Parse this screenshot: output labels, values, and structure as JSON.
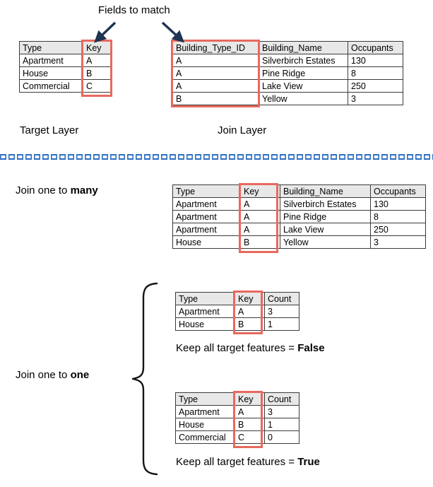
{
  "figure": {
    "title_note": "Fields to match",
    "target_layer_label": "Target Layer",
    "join_layer_label": "Join Layer"
  },
  "target_table": {
    "headers": [
      "Type",
      "Key"
    ],
    "rows": [
      [
        "Apartment",
        "A"
      ],
      [
        "House",
        "B"
      ],
      [
        "Commercial",
        "C"
      ]
    ]
  },
  "join_table": {
    "headers": [
      "Building_Type_ID",
      "Building_Name",
      "Occupants"
    ],
    "rows": [
      [
        "A",
        "Silverbirch Estates",
        "130"
      ],
      [
        "A",
        "Pine Ridge",
        "8"
      ],
      [
        "A",
        "Lake View",
        "250"
      ],
      [
        "B",
        "Yellow",
        "3"
      ]
    ]
  },
  "one_to_many": {
    "label_prefix": "Join one to ",
    "label_strong": "many",
    "headers": [
      "Type",
      "Key",
      "Building_Name",
      "Occupants"
    ],
    "rows": [
      [
        "Apartment",
        "A",
        "Silverbirch Estates",
        "130"
      ],
      [
        "Apartment",
        "A",
        "Pine Ridge",
        "8"
      ],
      [
        "Apartment",
        "A",
        "Lake View",
        "250"
      ],
      [
        "House",
        "B",
        "Yellow",
        "3"
      ]
    ]
  },
  "one_to_one": {
    "label_prefix": "Join one to ",
    "label_strong": "one",
    "case_false": {
      "headers": [
        "Type",
        "Key",
        "Count"
      ],
      "rows": [
        [
          "Apartment",
          "A",
          "3"
        ],
        [
          "House",
          "B",
          "1"
        ]
      ],
      "caption_prefix": "Keep all target features = ",
      "caption_strong": "False"
    },
    "case_true": {
      "headers": [
        "Type",
        "Key",
        "Count"
      ],
      "rows": [
        [
          "Apartment",
          "A",
          "3"
        ],
        [
          "House",
          "B",
          "1"
        ],
        [
          "Commercial",
          "C",
          "0"
        ]
      ],
      "caption_prefix": "Keep all target features = ",
      "caption_strong": "True"
    }
  },
  "colors": {
    "highlight": "#e8695e",
    "header_fill": "#e8e8e8",
    "grid_line": "#3b3b3b",
    "arrow": "#1f3352",
    "divider": "#2f6fc1",
    "brace": "#151515"
  },
  "icons": {
    "arrow_left": "arrow-down-left-icon",
    "arrow_right": "arrow-down-right-icon",
    "divider": "dashed-double-line-divider-icon",
    "brace": "curly-brace-icon"
  }
}
